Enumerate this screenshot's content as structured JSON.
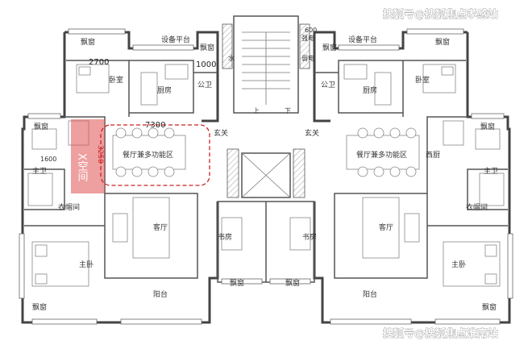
{
  "watermark_top": "搜狐号@搜狐焦点孝感站",
  "watermark_bottom": "搜狐号@搜狐焦点淮南站",
  "highlight": {
    "x_space_label": "X空间",
    "dimension": "3250",
    "zone_label": "餐厅兼多功能区",
    "accent_color": "#e05050"
  },
  "dimensions": {
    "d2700": "2700",
    "d1000": "1000",
    "d7300": "7300",
    "d1600": "1600",
    "d600": "600"
  },
  "rooms": {
    "piaochuang": "飘窗",
    "shebei_pingtai": "设备平台",
    "woshi": "卧室",
    "chufang": "厨房",
    "gongwei": "公卫",
    "xuanguan": "玄关",
    "zhuwei": "主卫",
    "yimaojian": "衣帽间",
    "zhuwo": "主卧",
    "keting": "客厅",
    "yangtai": "阳台",
    "shufang": "书房",
    "canting": "餐厅兼多功能区",
    "xichu": "西厨",
    "shui": "水",
    "qiangdian": "强电",
    "ruodian": "弱电",
    "shang": "上",
    "xia": "下"
  }
}
